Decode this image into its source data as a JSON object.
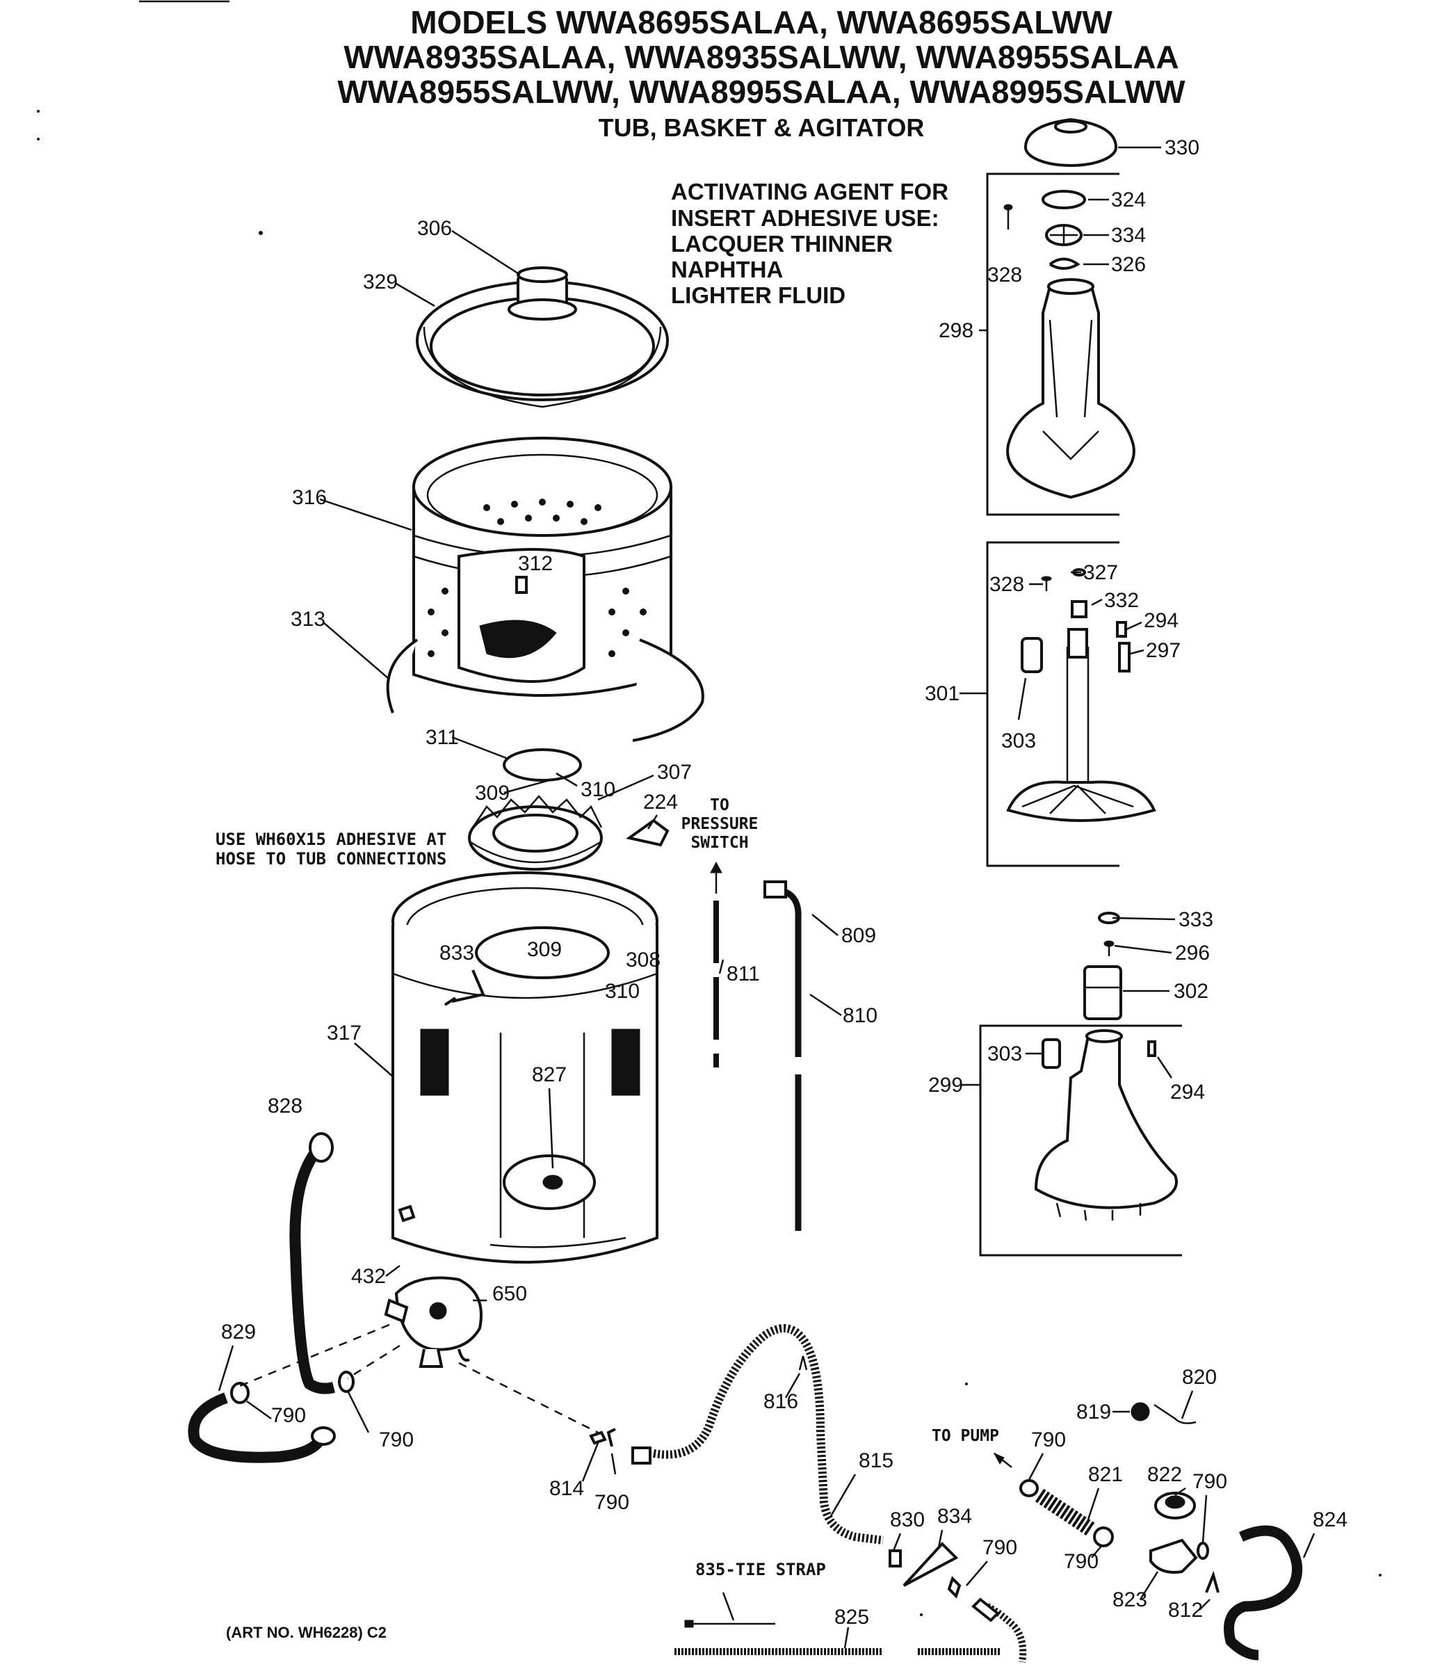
{
  "header": {
    "title_line1": "MODELS WWA8695SALAA, WWA8695SALWW",
    "title_line2": "WWA8935SALAA, WWA8935SALWW, WWA8955SALAA",
    "title_line3": "WWA8955SALWW, WWA8995SALAA, WWA8995SALWW",
    "subtitle": "TUB, BASKET & AGITATOR"
  },
  "notes": {
    "activating_agent": [
      "ACTIVATING AGENT FOR",
      "INSERT ADHESIVE USE:",
      "LACQUER THINNER",
      "NAPHTHA",
      "LIGHTER FLUID"
    ],
    "adhesive": [
      "USE WH60X15 ADHESIVE AT",
      "HOSE TO TUB CONNECTIONS"
    ],
    "pressure_switch": [
      "TO",
      "PRESSURE",
      "SWITCH"
    ],
    "to_pump": "TO PUMP",
    "tie_strap": "835-TIE STRAP",
    "art_no": "(ART NO. WH6228) C2"
  },
  "callouts": [
    {
      "id": "c330",
      "text": "330"
    },
    {
      "id": "c324",
      "text": "324"
    },
    {
      "id": "c334",
      "text": "334"
    },
    {
      "id": "c328a",
      "text": "328"
    },
    {
      "id": "c326",
      "text": "326"
    },
    {
      "id": "c298",
      "text": "298"
    },
    {
      "id": "c306",
      "text": "306"
    },
    {
      "id": "c329",
      "text": "329"
    },
    {
      "id": "c316",
      "text": "316"
    },
    {
      "id": "c312",
      "text": "312"
    },
    {
      "id": "c313",
      "text": "313"
    },
    {
      "id": "c328b",
      "text": "328"
    },
    {
      "id": "c327",
      "text": "327"
    },
    {
      "id": "c332",
      "text": "332"
    },
    {
      "id": "c294a",
      "text": "294"
    },
    {
      "id": "c297",
      "text": "297"
    },
    {
      "id": "c301",
      "text": "301"
    },
    {
      "id": "c303a",
      "text": "303"
    },
    {
      "id": "c311",
      "text": "311"
    },
    {
      "id": "c307",
      "text": "307"
    },
    {
      "id": "c309a",
      "text": "309"
    },
    {
      "id": "c310a",
      "text": "310"
    },
    {
      "id": "c224",
      "text": "224"
    },
    {
      "id": "c833",
      "text": "833"
    },
    {
      "id": "c309b",
      "text": "309"
    },
    {
      "id": "c308",
      "text": "308"
    },
    {
      "id": "c310b",
      "text": "310"
    },
    {
      "id": "c809",
      "text": "809"
    },
    {
      "id": "c811",
      "text": "811"
    },
    {
      "id": "c810",
      "text": "810"
    },
    {
      "id": "c333",
      "text": "333"
    },
    {
      "id": "c296",
      "text": "296"
    },
    {
      "id": "c302",
      "text": "302"
    },
    {
      "id": "c303b",
      "text": "303"
    },
    {
      "id": "c299",
      "text": "299"
    },
    {
      "id": "c294b",
      "text": "294"
    },
    {
      "id": "c317",
      "text": "317"
    },
    {
      "id": "c827",
      "text": "827"
    },
    {
      "id": "c828",
      "text": "828"
    },
    {
      "id": "c432",
      "text": "432"
    },
    {
      "id": "c650",
      "text": "650"
    },
    {
      "id": "c829",
      "text": "829"
    },
    {
      "id": "c790a",
      "text": "790"
    },
    {
      "id": "c790b",
      "text": "790"
    },
    {
      "id": "c816",
      "text": "816"
    },
    {
      "id": "c814",
      "text": "814"
    },
    {
      "id": "c790c",
      "text": "790"
    },
    {
      "id": "c815",
      "text": "815"
    },
    {
      "id": "c820",
      "text": "820"
    },
    {
      "id": "c819",
      "text": "819"
    },
    {
      "id": "c790d",
      "text": "790"
    },
    {
      "id": "c821",
      "text": "821"
    },
    {
      "id": "c822",
      "text": "822"
    },
    {
      "id": "c790e",
      "text": "790"
    },
    {
      "id": "c830",
      "text": "830"
    },
    {
      "id": "c834",
      "text": "834"
    },
    {
      "id": "c790f",
      "text": "790"
    },
    {
      "id": "c824",
      "text": "824"
    },
    {
      "id": "c790g",
      "text": "790"
    },
    {
      "id": "c823",
      "text": "823"
    },
    {
      "id": "c812",
      "text": "812"
    },
    {
      "id": "c825",
      "text": "825"
    }
  ]
}
